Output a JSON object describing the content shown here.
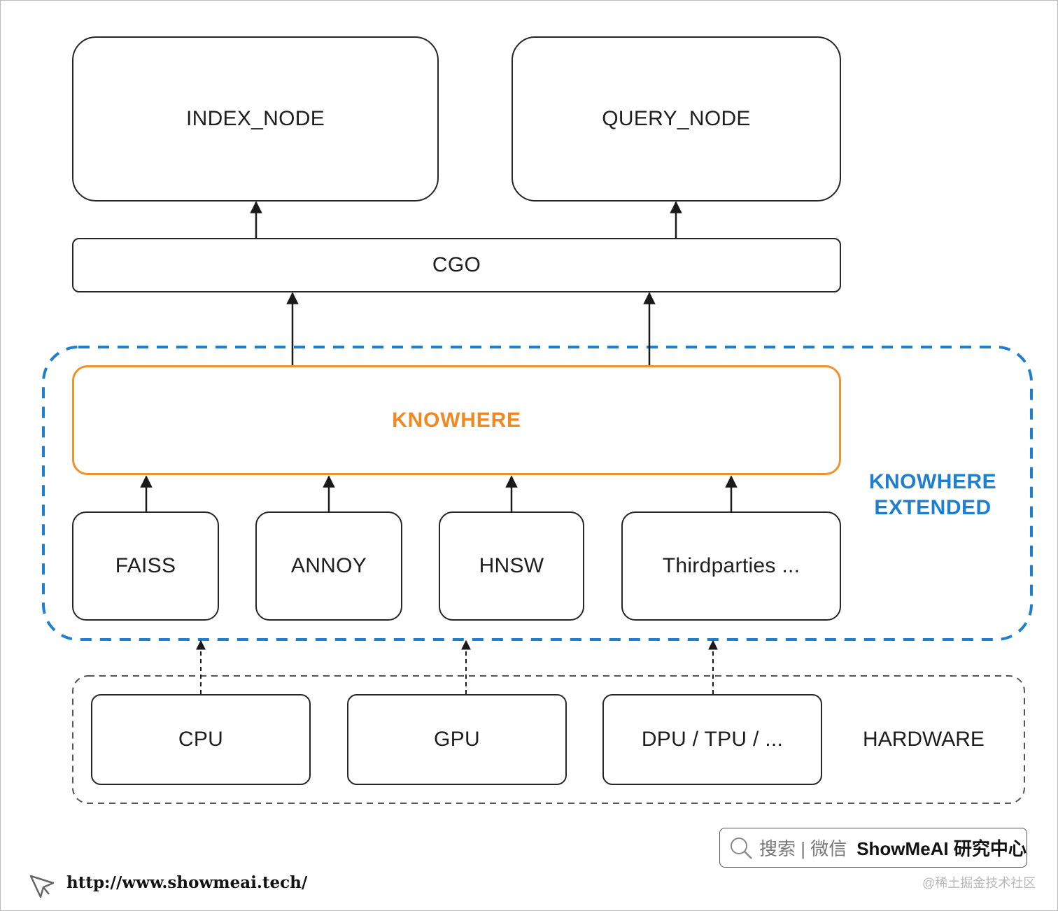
{
  "nodes": {
    "index_node": "INDEX_NODE",
    "query_node": "QUERY_NODE",
    "cgo": "CGO",
    "knowhere": "KNOWHERE"
  },
  "knowhere_extended": {
    "line1": "KNOWHERE",
    "line2": "EXTENDED",
    "color": "#1e7fd1",
    "algorithms": [
      "FAISS",
      "ANNOY",
      "HNSW",
      "Thirdparties ..."
    ]
  },
  "hardware": {
    "label": "HARDWARE",
    "items": [
      "CPU",
      "GPU",
      "DPU / TPU / ..."
    ]
  },
  "colors": {
    "knowhere": "#f0922b",
    "extended_border": "#1e7fd1",
    "lines": "#262626"
  },
  "footer": {
    "search_placeholder": "搜索 | 微信",
    "search_brand": "ShowMeAI 研究中心",
    "url": "http://www.showmeai.tech/",
    "watermark": "@稀土掘金技术社区",
    "search_icon": "search-icon",
    "logo_icon": "cursor-arrow-icon"
  }
}
